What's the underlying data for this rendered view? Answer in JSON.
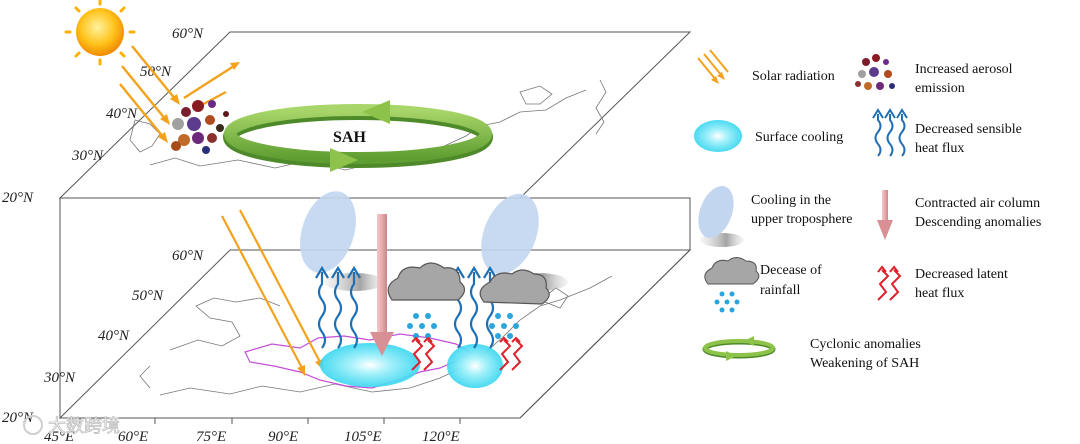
{
  "upper_panel": {
    "lat_labels": [
      "60°N",
      "50°N",
      "40°N",
      "30°N",
      "20°N"
    ],
    "label": "SAH"
  },
  "lower_panel": {
    "lat_labels": [
      "60°N",
      "50°N",
      "40°N",
      "30°N",
      "20°N"
    ],
    "lon_labels": [
      "45°E",
      "60°E",
      "75°E",
      "90°E",
      "105°E",
      "120°E"
    ]
  },
  "legend": [
    {
      "icon": "solar-radiation-icon",
      "lines": [
        "Solar radiation"
      ]
    },
    {
      "icon": "aerosol-icon",
      "lines": [
        "Increased aerosol",
        "emission"
      ]
    },
    {
      "icon": "surface-cooling-icon",
      "lines": [
        "Surface cooling"
      ]
    },
    {
      "icon": "sensible-heat-icon",
      "lines": [
        "Decreased sensible",
        "heat flux"
      ]
    },
    {
      "icon": "upper-cooling-icon",
      "lines": [
        "Cooling in the",
        "upper troposphere"
      ]
    },
    {
      "icon": "descending-arrow-icon",
      "lines": [
        "Contracted air column",
        "Descending anomalies"
      ]
    },
    {
      "icon": "rain-cloud-icon",
      "lines": [
        "Decease of",
        "rainfall"
      ]
    },
    {
      "icon": "latent-heat-icon",
      "lines": [
        "Decreased latent",
        "heat flux"
      ]
    },
    {
      "icon": "cyclonic-ring-icon",
      "lines": [
        "Cyclonic anomalies",
        "Weakening of SAH"
      ]
    }
  ],
  "watermark": "大数跨境",
  "colors": {
    "arrow_orange": "#f4a21d",
    "ring_green": "#8dc34a",
    "ring_dark": "#4f8a2a",
    "cool_cyan": "#37d6f0",
    "ellipse_blue": "#c2d6ef",
    "wave_blue": "#1f6fb5",
    "latent_red": "#e0202a",
    "descend_pink": "#e8a9ad",
    "cloud_gray": "#a6a6a6",
    "rain_blue": "#2aa6dc",
    "plateau_outline": "#c44fd8"
  }
}
